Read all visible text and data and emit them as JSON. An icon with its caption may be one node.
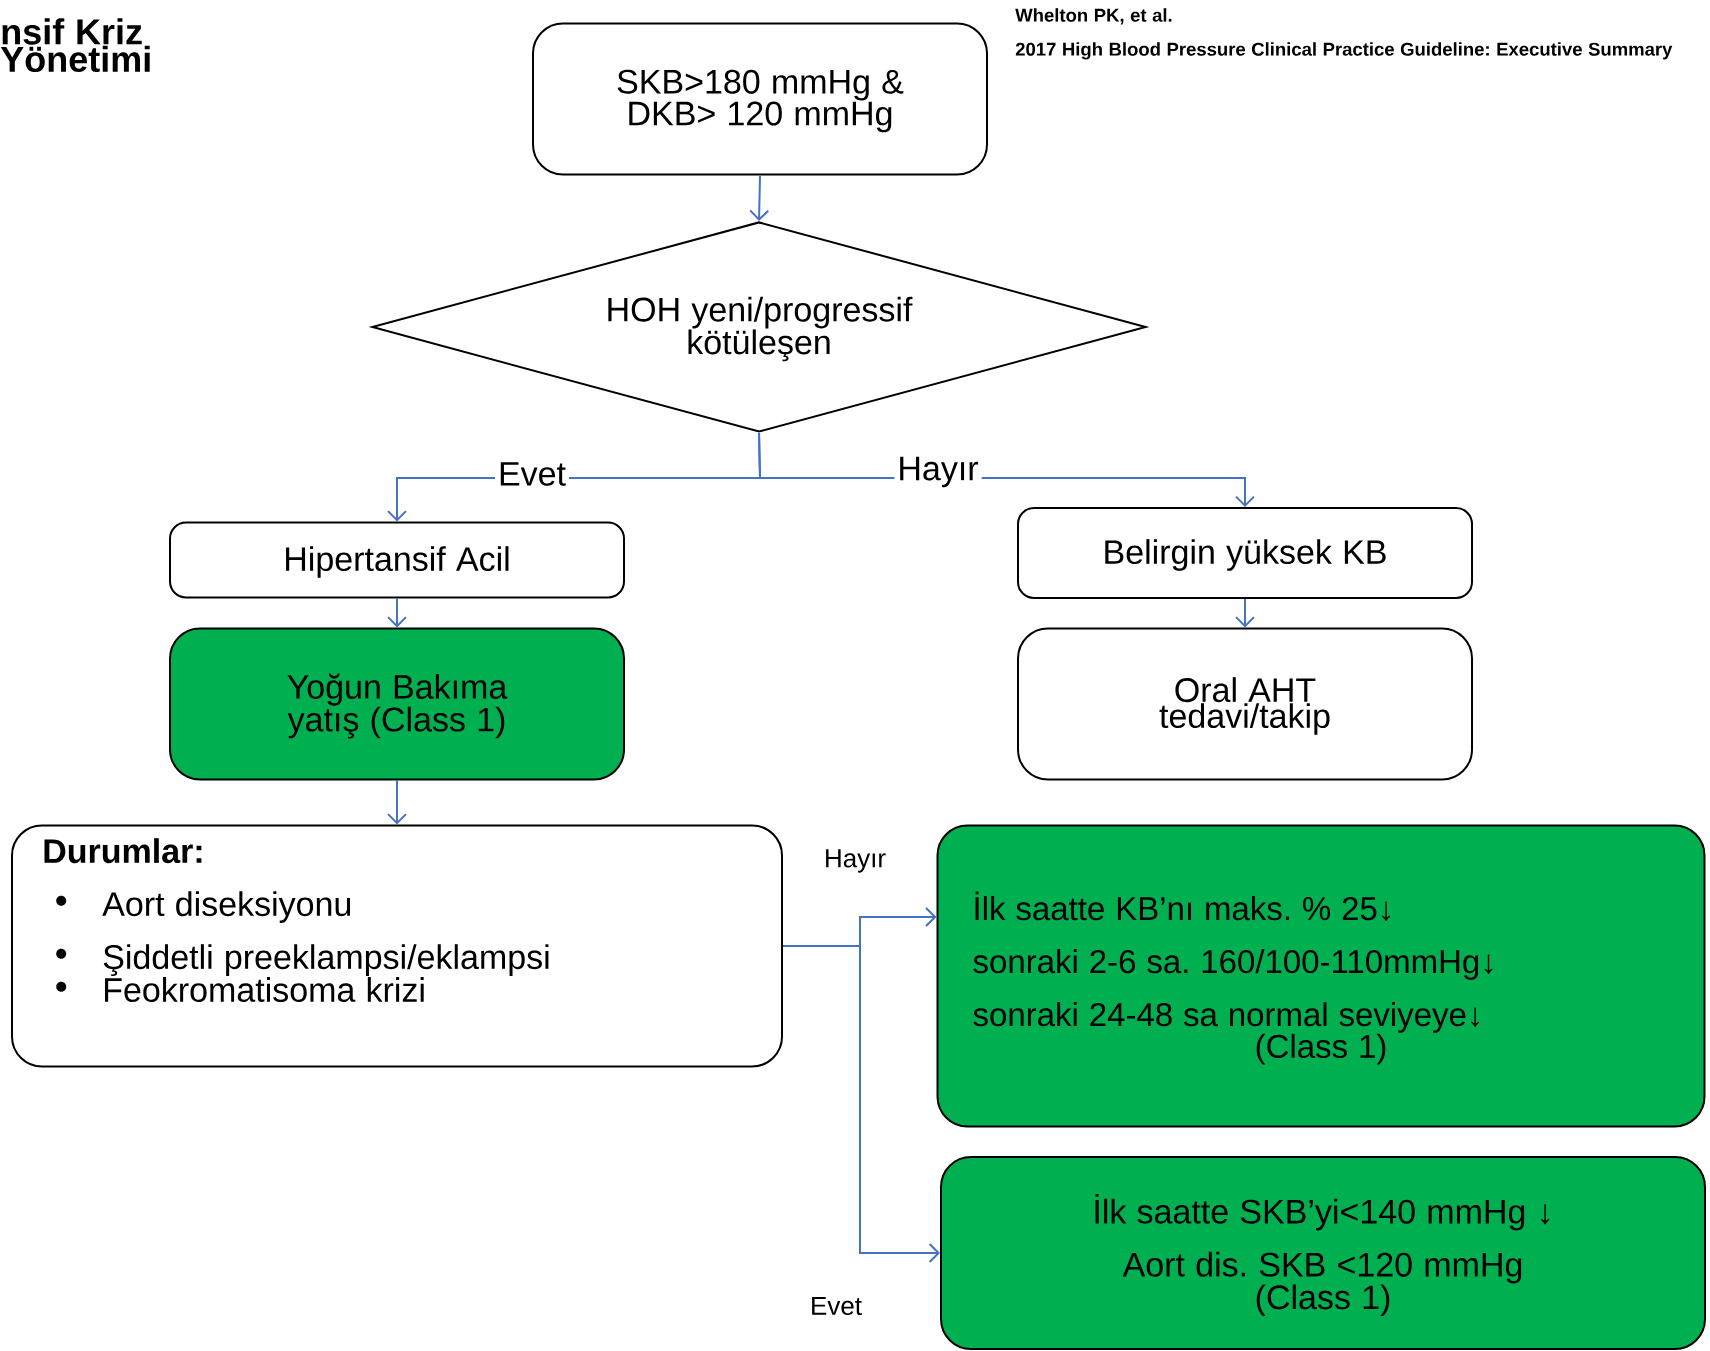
{
  "diagram": {
    "title": "nsif Kriz Yönetimi",
    "nodes": [
      {
        "text": [
          "SKB>180 mmHg & DKB> 120 mmHg"
        ]
      },
      {
        "text": [
          "HOH yeni/progressif kötüleşen"
        ]
      },
      {
        "text": [
          "Hipertansif Acil"
        ]
      },
      {
        "text": [
          "Yoğun Bakıma yatış (Class 1)"
        ]
      },
      {
        "text": [
          "Durumlar:",
          "Aort diseksiyonu",
          "Şiddetli preeklampsi/eklampsi",
          "Feokromatisoma  krizi"
        ]
      },
      {
        "text": [
          "Belirgin yüksek KB"
        ]
      },
      {
        "text": [
          "Oral AHT tedavi/takip"
        ]
      },
      {
        "text": [
          "İlk saatte KB’nı maks. % 25↓",
          "sonraki 2-6 sa.  160/100-110mmHg↓",
          "sonraki 24-48 sa normal seviyeye↓",
          "(Class 1)"
        ]
      },
      {
        "text": [
          "İlk saatte SKB’yi<140 mmHg ↓",
          "Aort dis. SKB <120 mmHg",
          "(Class 1)"
        ]
      }
    ],
    "edges": [
      {
        "from": 0,
        "to": 1,
        "arrow": "to"
      },
      {
        "from": 1,
        "to": 2,
        "arrow": "to",
        "label": "Evet"
      },
      {
        "from": 1,
        "to": 5,
        "arrow": "to",
        "label": "Hayır"
      },
      {
        "from": 2,
        "to": 3,
        "arrow": "to"
      },
      {
        "from": 5,
        "to": 6,
        "arrow": "to"
      },
      {
        "from": 3,
        "to": 4,
        "arrow": "to"
      },
      {
        "from": 4,
        "to": 7,
        "arrow": "to",
        "label": "Hayır"
      },
      {
        "from": 4,
        "to": 8,
        "arrow": "to",
        "label": "Evet"
      }
    ],
    "labels": [
      "Whelton PK, et al.",
      "2017 High Blood Pressure Clinical Practice Guideline: Executive Summary"
    ]
  }
}
